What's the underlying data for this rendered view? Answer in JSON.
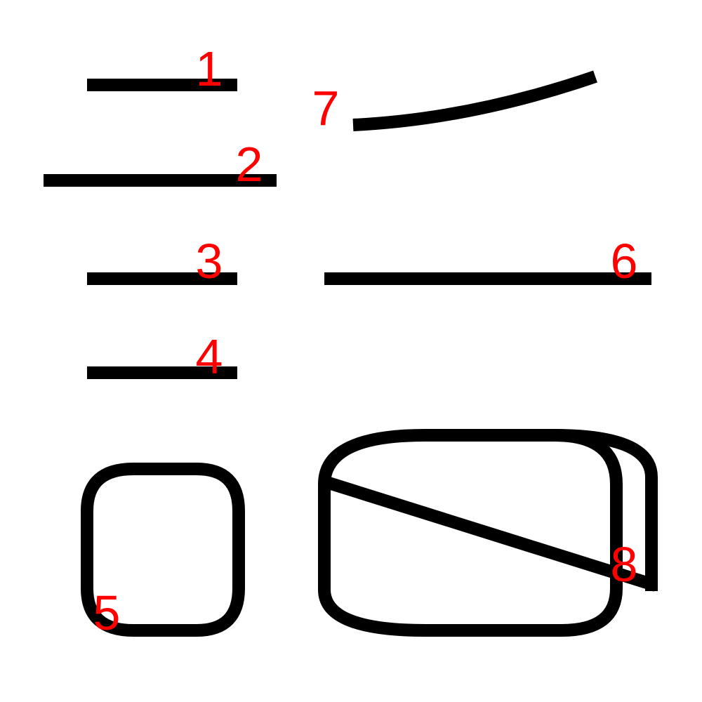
{
  "colors": {
    "background": "#ffffff",
    "stroke": "#000000",
    "label": "#ff0000"
  },
  "strokes": [
    {
      "id": "stroke-1",
      "label": "1"
    },
    {
      "id": "stroke-2",
      "label": "2"
    },
    {
      "id": "stroke-3",
      "label": "3"
    },
    {
      "id": "stroke-4",
      "label": "4"
    },
    {
      "id": "stroke-5",
      "label": "5"
    },
    {
      "id": "stroke-6",
      "label": "6"
    },
    {
      "id": "stroke-7",
      "label": "7"
    },
    {
      "id": "stroke-8",
      "label": "8"
    }
  ]
}
